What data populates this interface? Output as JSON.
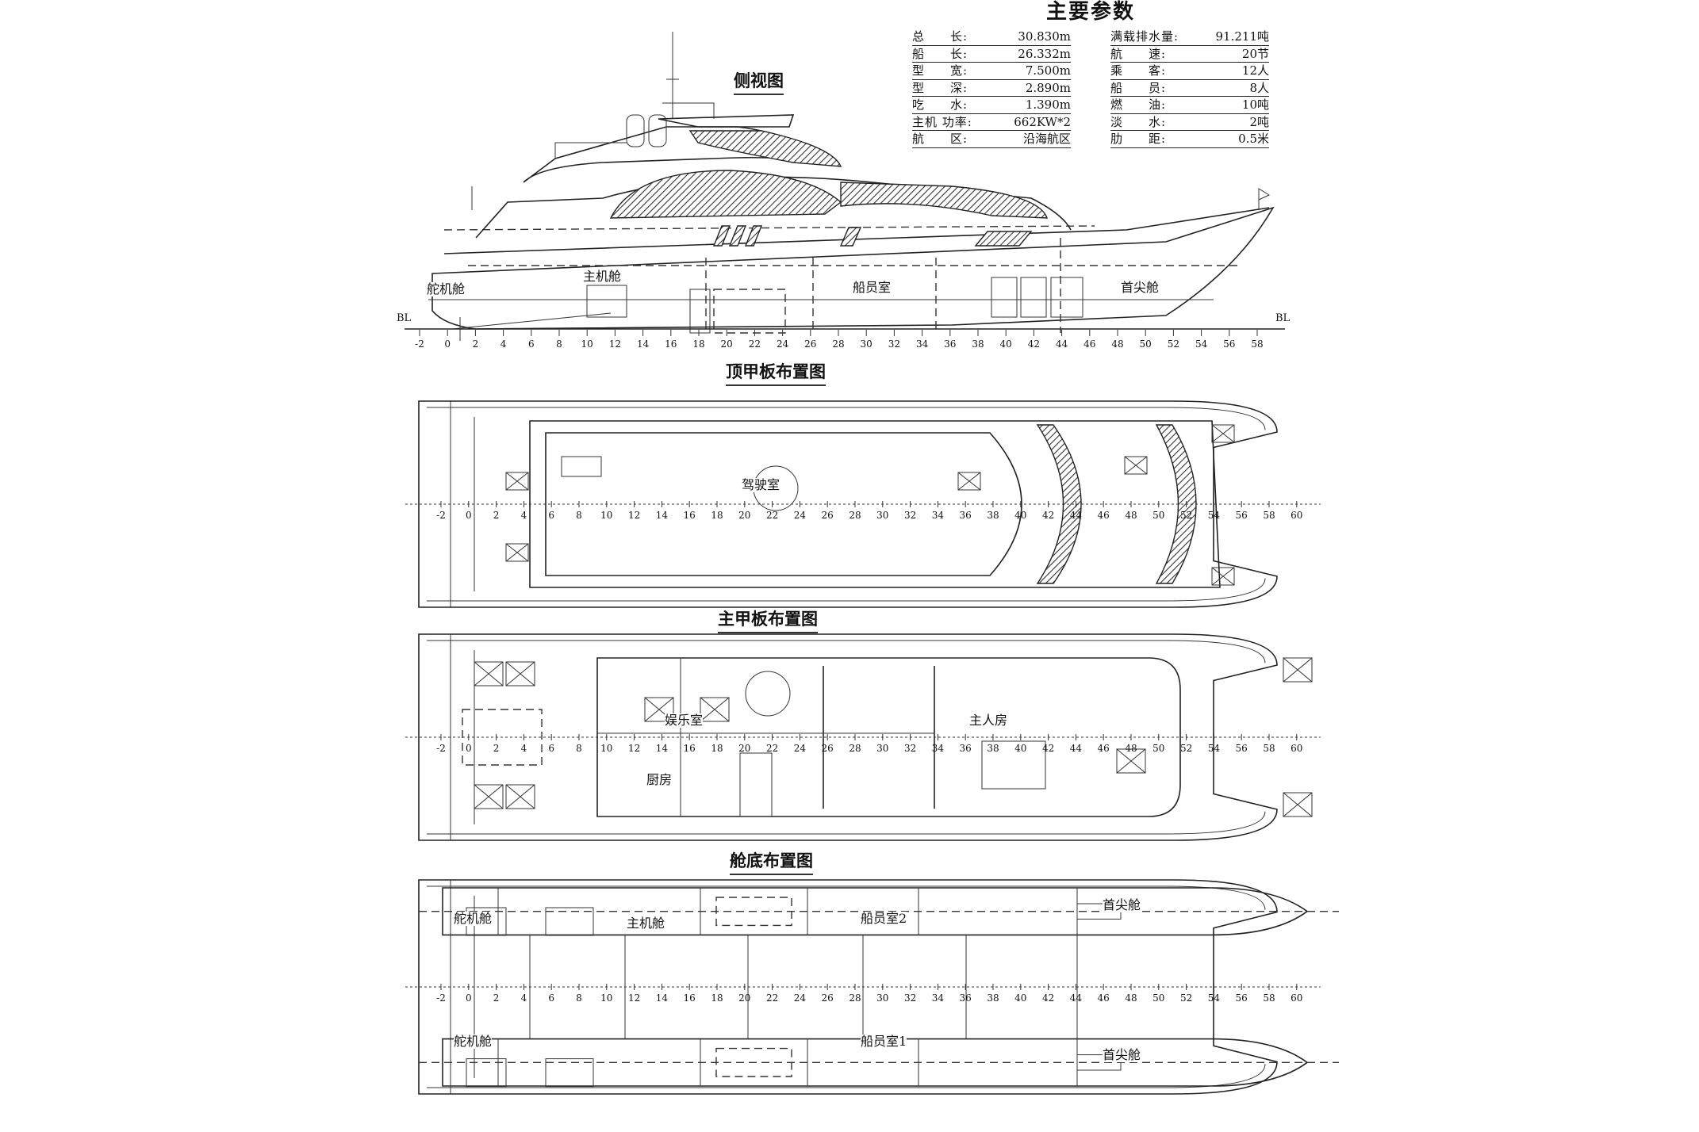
{
  "params": {
    "title": "主要参数",
    "left": [
      {
        "key": "总　　长:",
        "value": "30.830m"
      },
      {
        "key": "船　　长:",
        "value": "26.332m"
      },
      {
        "key": "型　　宽:",
        "value": "7.500m"
      },
      {
        "key": "型　　深:",
        "value": "2.890m"
      },
      {
        "key": "吃　　水:",
        "value": "1.390m"
      },
      {
        "key": "主机 功率:",
        "value": "662KW*2"
      },
      {
        "key": "航　　区:",
        "value": "沿海航区"
      }
    ],
    "right": [
      {
        "key": "满载排水量:",
        "value": "91.211吨"
      },
      {
        "key": "航　　速:",
        "value": "20节"
      },
      {
        "key": "乘　　客:",
        "value": "12人"
      },
      {
        "key": "船　　员:",
        "value": "8人"
      },
      {
        "key": "燃　　油:",
        "value": "10吨"
      },
      {
        "key": "淡　　水:",
        "value": "2吨"
      },
      {
        "key": "肋　　距:",
        "value": "0.5米"
      }
    ]
  },
  "views": {
    "side": {
      "title": "侧视图",
      "labels": [
        "舵机舱",
        "主机舱",
        "船员室",
        "首尖舱"
      ],
      "baseline_label": "BL"
    },
    "top_deck": {
      "title": "顶甲板布置图",
      "labels": [
        "驾驶室"
      ]
    },
    "main_deck": {
      "title": "主甲板布置图",
      "labels": [
        "娱乐室",
        "厨房",
        "主人房"
      ]
    },
    "bottom": {
      "title": "舱底布置图",
      "labels": [
        "舵机舱",
        "主机舱",
        "船员室2",
        "首尖舱",
        "舵机舱",
        "船员室1",
        "首尖舱"
      ]
    }
  },
  "frames_side": [
    "-2",
    "0",
    "2",
    "4",
    "6",
    "8",
    "10",
    "12",
    "14",
    "16",
    "18",
    "20",
    "22",
    "24",
    "26",
    "28",
    "30",
    "32",
    "34",
    "36",
    "38",
    "40",
    "42",
    "44",
    "46",
    "48",
    "50",
    "52",
    "54",
    "56",
    "58"
  ],
  "frames_plan": [
    "-2",
    "0",
    "2",
    "4",
    "6",
    "8",
    "10",
    "12",
    "14",
    "16",
    "18",
    "20",
    "22",
    "24",
    "26",
    "28",
    "30",
    "32",
    "34",
    "36",
    "38",
    "40",
    "42",
    "44",
    "46",
    "48",
    "50",
    "52",
    "54",
    "56",
    "58",
    "60"
  ]
}
